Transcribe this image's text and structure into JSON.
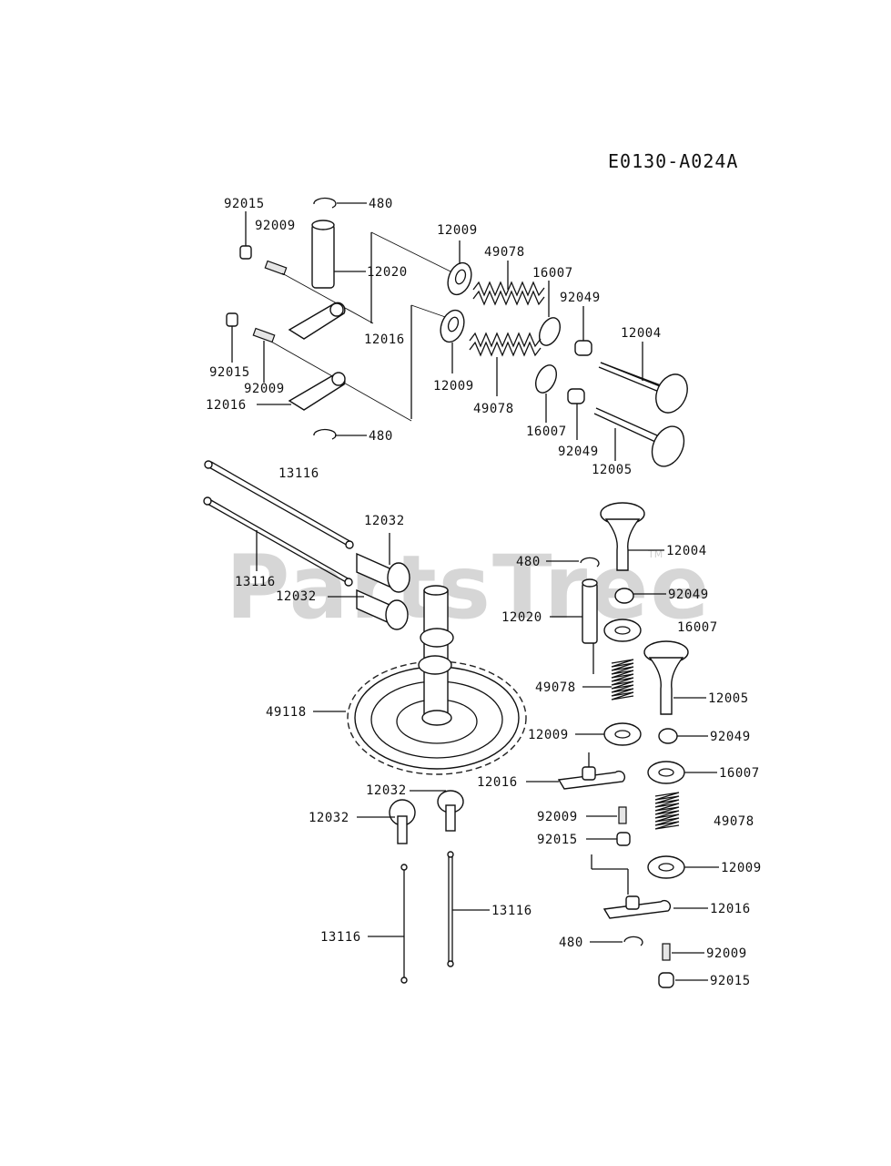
{
  "diagram_code": "E0130-A024A",
  "watermark": {
    "text": "PartsTree",
    "tm": "TM"
  },
  "labels": {
    "top_92015": "92015",
    "top_480": "480",
    "top_92009": "92009",
    "top_12009": "12009",
    "top_49078": "49078",
    "top_16007": "16007",
    "top_12020": "12020",
    "top_92049": "92049",
    "top_12004": "12004",
    "top_12016": "12016",
    "mid_92015": "92015",
    "mid_12009": "12009",
    "mid_92009": "92009",
    "mid_12016": "12016",
    "mid_49078": "49078",
    "mid_16007": "16007",
    "mid_480": "480",
    "mid_92049": "92049",
    "mid_12005": "12005",
    "lf_13116a": "13116",
    "lf_12032a": "12032",
    "lf_13116b": "13116",
    "lf_12032b": "12032",
    "lf_49118": "49118",
    "lf_12032c": "12032",
    "lf_12032d": "12032",
    "lf_13116c": "13116",
    "lf_13116d": "13116",
    "rt_480": "480",
    "rt_12004": "12004",
    "rt_92049a": "92049",
    "rt_16007a": "16007",
    "rt_12020": "12020",
    "rt_49078a": "49078",
    "rt_12005": "12005",
    "rt_12009a": "12009",
    "rt_92049b": "92049",
    "rt_12016a": "12016",
    "rt_16007b": "16007",
    "rt_92009a": "92009",
    "rt_49078b": "49078",
    "rt_92015a": "92015",
    "rt_12009b": "12009",
    "rt_12016b": "12016",
    "rt_480b": "480",
    "rt_92009b": "92009",
    "rt_92015b": "92015"
  }
}
